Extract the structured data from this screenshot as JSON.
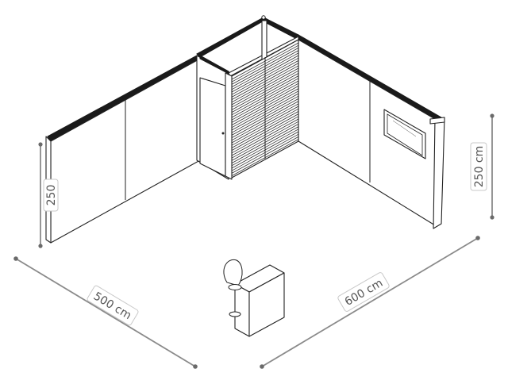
{
  "diagram": {
    "dimensions": {
      "left_height": "250",
      "right_height": "250 cm",
      "depth": "500 cm",
      "width": "600 cm"
    },
    "colors": {
      "line": "#222222",
      "wall_top": "#1a1a1a",
      "dimension": "#8a8a8a",
      "label_text": "#555555"
    }
  }
}
